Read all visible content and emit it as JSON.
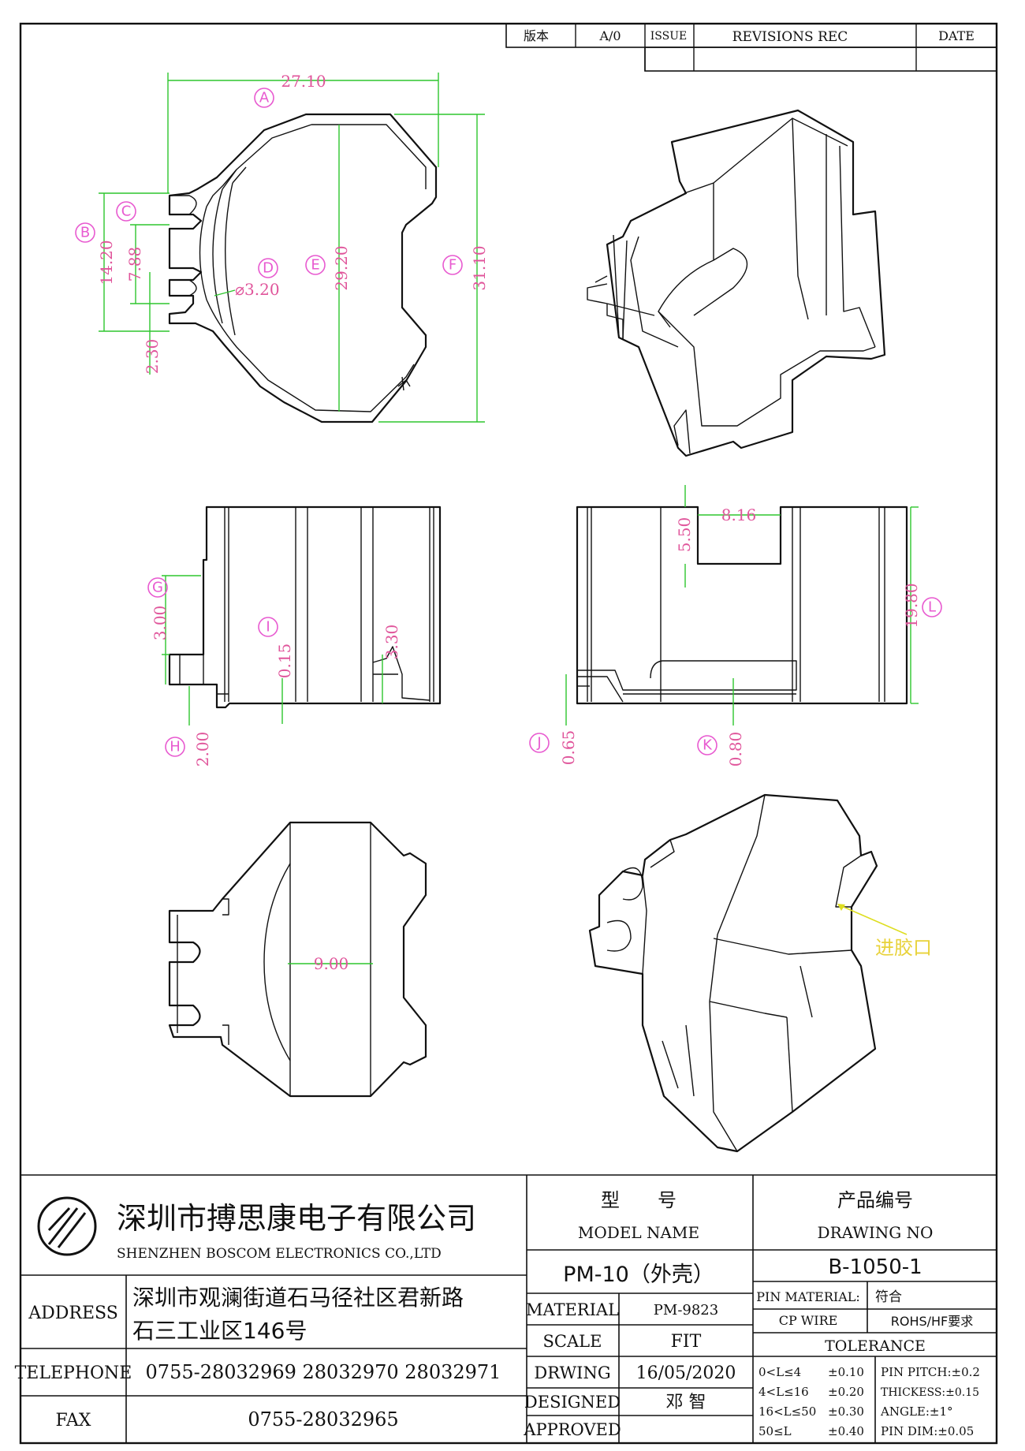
{
  "revision_block": {
    "version_label": "版本",
    "version_value": "A/0",
    "issue_label": "ISSUE",
    "revisions_label": "REVISIONS REC",
    "date_label": "DATE"
  },
  "dimensions": {
    "top_width": "27.10",
    "left_outer_height": "14.20",
    "pin_pitch": "7.88",
    "pin_gap": "2.30",
    "hole_dia": "⌀3.20",
    "inner_height": "29.20",
    "outer_height": "31.10",
    "side_step": "3.00",
    "tab_height": "2.00",
    "wall_thk": "0.15",
    "inner_step": "3.30",
    "slot_width": "8.16",
    "slot_depth": "5.50",
    "body_height": "19.80",
    "base_step": "0.65",
    "floor_thk": "0.80",
    "bottom_width": "9.00"
  },
  "callouts": [
    "A",
    "B",
    "C",
    "D",
    "E",
    "F",
    "G",
    "H",
    "I",
    "J",
    "K",
    "L"
  ],
  "gate_label": "进胶口",
  "title_block": {
    "company_cn": "深圳市搏思康电子有限公司",
    "company_en": "SHENZHEN BOSCOM ELECTRONICS CO.,LTD",
    "address_label": "ADDRESS",
    "address_line1": "深圳市观澜街道石马径社区君新路",
    "address_line2": "石三工业区146号",
    "telephone_label": "TELEPHONE",
    "telephone_value": "0755-28032969 28032970 28032971",
    "fax_label": "FAX",
    "fax_value": "0755-28032965",
    "model_cn": "型　　号",
    "model_en": "MODEL NAME",
    "model_value": "PM-10（外壳）",
    "drawing_cn": "产品编号",
    "drawing_en": "DRAWING NO",
    "drawing_value": "B-1050-1",
    "material_label": "MATERIAL",
    "material_value": "PM-9823",
    "scale_label": "SCALE",
    "scale_value": "FIT",
    "drwing_label": "DRWING",
    "drwing_value": "16/05/2020",
    "designed_label": "DESIGNED",
    "designed_value": "邓 智",
    "approved_label": "APPROVED",
    "pin_material_label": "PIN MATERIAL:",
    "pin_material_value": "CP WIRE",
    "rohs_label": "符合",
    "rohs_value": "ROHS/HF要求",
    "tolerance_label": "TOLERANCE",
    "tol_rows": [
      {
        "range": "0<L≤4",
        "tol": "±0.10"
      },
      {
        "range": "4<L≤16",
        "tol": "±0.20"
      },
      {
        "range": "16<L≤50",
        "tol": "±0.30"
      },
      {
        "range": "50≤L",
        "tol": "±0.40"
      }
    ],
    "tol_notes": [
      "PIN PITCH:±0.2",
      "THICKESS:±0.15",
      "ANGLE:±1°",
      "PIN DIM:±0.05"
    ]
  }
}
